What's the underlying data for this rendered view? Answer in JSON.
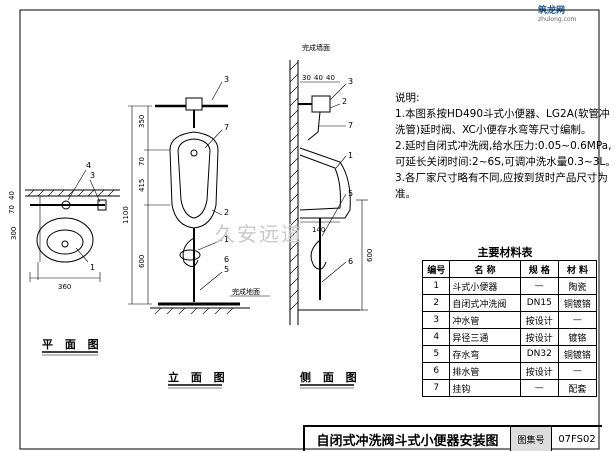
{
  "logo": {
    "text": "筑龙网",
    "sub": "zhulong.com"
  },
  "watermark": "久安远道",
  "views": {
    "plan": "平 面 图",
    "elevation": "立 面 图",
    "side": "侧 面 图"
  },
  "labels": {
    "finished_floor": "完成地面",
    "finished_wall": "完成墙面"
  },
  "dims": {
    "plan": [
      "40",
      "70",
      "300",
      "360"
    ],
    "elev": [
      "350",
      "70",
      "415",
      "1100",
      "600"
    ],
    "side": [
      "30",
      "40",
      "40",
      "140",
      "600"
    ]
  },
  "callouts": {
    "plan": [
      "4",
      "3",
      "1"
    ],
    "elev": [
      "3",
      "7",
      "2",
      "1",
      "5",
      "6"
    ],
    "side": [
      "3",
      "2",
      "7",
      "1",
      "5",
      "6"
    ]
  },
  "notes": {
    "title": "说明:",
    "lines": [
      "1.本图系按HD490斗式小便器、LG2A(软管冲",
      "洗管)延时阀、XC小便存水弯等尺寸编制。",
      "2.延时自闭式冲洗阀,给水压力:0.05~0.6MPa,",
      "可延长关闭时间:2~6S,可调冲洗水量0.3~3L。",
      "3.各厂家尺寸略有不同,应按到货时产品尺寸为",
      "准。"
    ]
  },
  "materials": {
    "title": "主要材料表",
    "headers": [
      "编号",
      "名  称",
      "规  格",
      "材  料"
    ],
    "rows": [
      [
        "1",
        "斗式小便器",
        "—",
        "陶瓷"
      ],
      [
        "2",
        "自闭式冲洗阀",
        "DN15",
        "铜镀铬"
      ],
      [
        "3",
        "冲水管",
        "按设计",
        "—"
      ],
      [
        "4",
        "异径三通",
        "按设计",
        "镀铬"
      ],
      [
        "5",
        "存水弯",
        "DN32",
        "铜镀铬"
      ],
      [
        "6",
        "排水管",
        "按设计",
        "—"
      ],
      [
        "7",
        "挂钩",
        "—",
        "配套"
      ]
    ]
  },
  "titleblock": {
    "title": "自闭式冲洗阀斗式小便器安装图",
    "label": "图集号",
    "number": "07FS02"
  }
}
